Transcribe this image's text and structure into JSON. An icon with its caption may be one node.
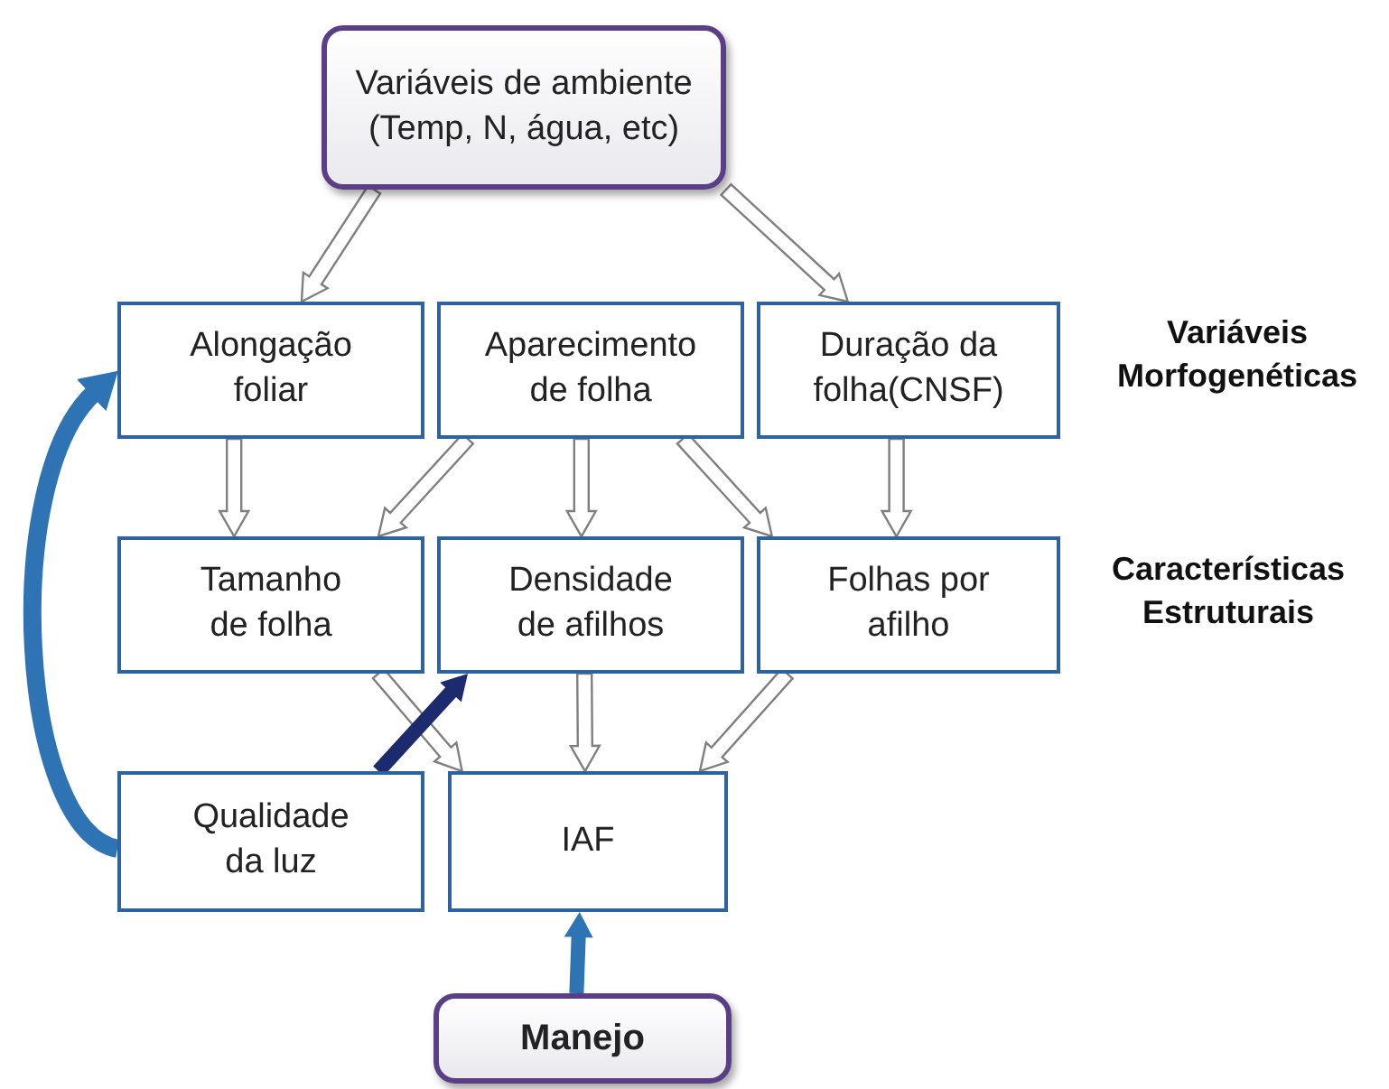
{
  "diagram": {
    "nodes": [
      {
        "text": [
          "Variáveis de ambiente (Temp, N, água, etc)"
        ]
      },
      {
        "text": [
          "Alongação foliar"
        ]
      },
      {
        "text": [
          "Aparecimento de folha"
        ]
      },
      {
        "text": [
          "Duração da folha(CNSF)"
        ]
      },
      {
        "text": [
          "Tamanho de folha"
        ]
      },
      {
        "text": [
          "Densidade de afilhos"
        ]
      },
      {
        "text": [
          "Folhas por afilho"
        ]
      },
      {
        "text": [
          "Qualidade da luz"
        ]
      },
      {
        "text": [
          "IAF"
        ]
      },
      {
        "text": [
          "Manejo"
        ]
      }
    ],
    "edges": [
      {
        "from": 0,
        "to": 1,
        "arrow": "to"
      },
      {
        "from": 0,
        "to": 3,
        "arrow": "to"
      },
      {
        "from": 1,
        "to": 4,
        "arrow": "to"
      },
      {
        "from": 2,
        "to": 4,
        "arrow": "to"
      },
      {
        "from": 2,
        "to": 5,
        "arrow": "to"
      },
      {
        "from": 2,
        "to": 6,
        "arrow": "to"
      },
      {
        "from": 3,
        "to": 6,
        "arrow": "to"
      },
      {
        "from": 4,
        "to": 8,
        "arrow": "to"
      },
      {
        "from": 5,
        "to": 8,
        "arrow": "to"
      },
      {
        "from": 6,
        "to": 8,
        "arrow": "to"
      },
      {
        "from": 7,
        "to": 5,
        "arrow": "to",
        "color": "#1c2a6e"
      },
      {
        "from": 7,
        "to": 1,
        "arrow": "to",
        "color": "#2e74b5"
      },
      {
        "from": 9,
        "to": 8,
        "arrow": "to",
        "color": "#2e74b5"
      }
    ],
    "labels": [
      "Variáveis Morfogenéticas",
      "Características Estruturais"
    ]
  }
}
